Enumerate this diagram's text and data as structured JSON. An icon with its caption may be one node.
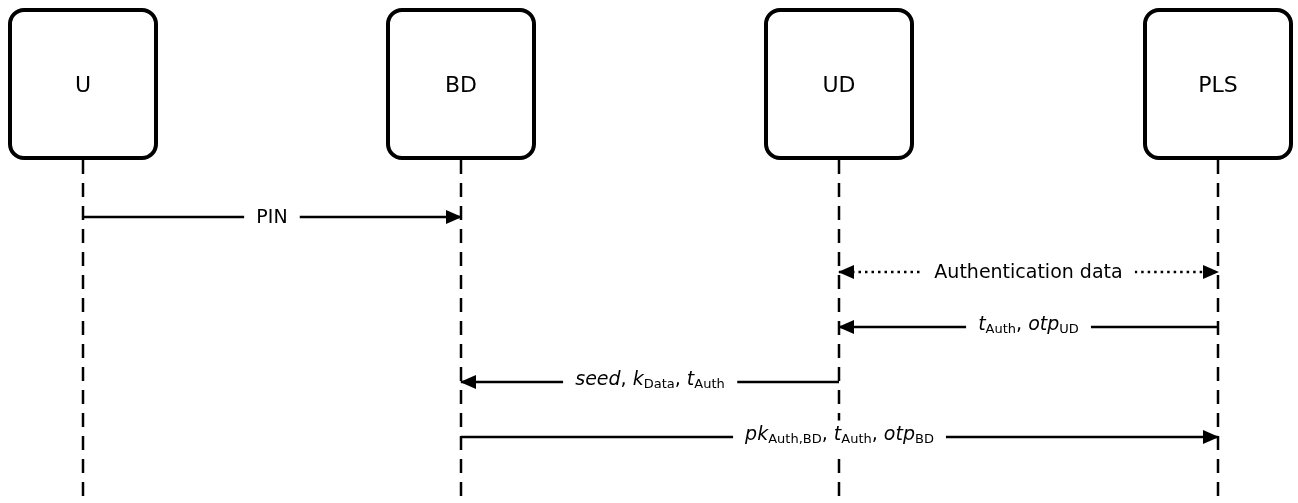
{
  "diagram": {
    "nodes": [
      {
        "text": [
          "U"
        ]
      },
      {
        "text": [
          "BD"
        ]
      },
      {
        "text": [
          "UD"
        ]
      },
      {
        "text": [
          "PLS"
        ]
      }
    ],
    "edges": [
      {
        "from": 0,
        "to": 1,
        "arrow": "to",
        "label": "PIN"
      },
      {
        "from": 2,
        "to": 3,
        "arrow": "both",
        "label": "Authentication data",
        "style": "dashed"
      },
      {
        "from": 3,
        "to": 2,
        "arrow": "to",
        "label": "*t*$_{Auth}$, *otp*$_{UD}$"
      },
      {
        "from": 2,
        "to": 1,
        "arrow": "to",
        "label": "*seed*, *k*$_{Data}$, *t*$_{Auth}$"
      },
      {
        "from": 1,
        "to": 3,
        "arrow": "to",
        "label": "*pk*$_{Auth,BD}$, *t*$_{Auth}$, *otp*$_{BD}$"
      }
    ]
  }
}
